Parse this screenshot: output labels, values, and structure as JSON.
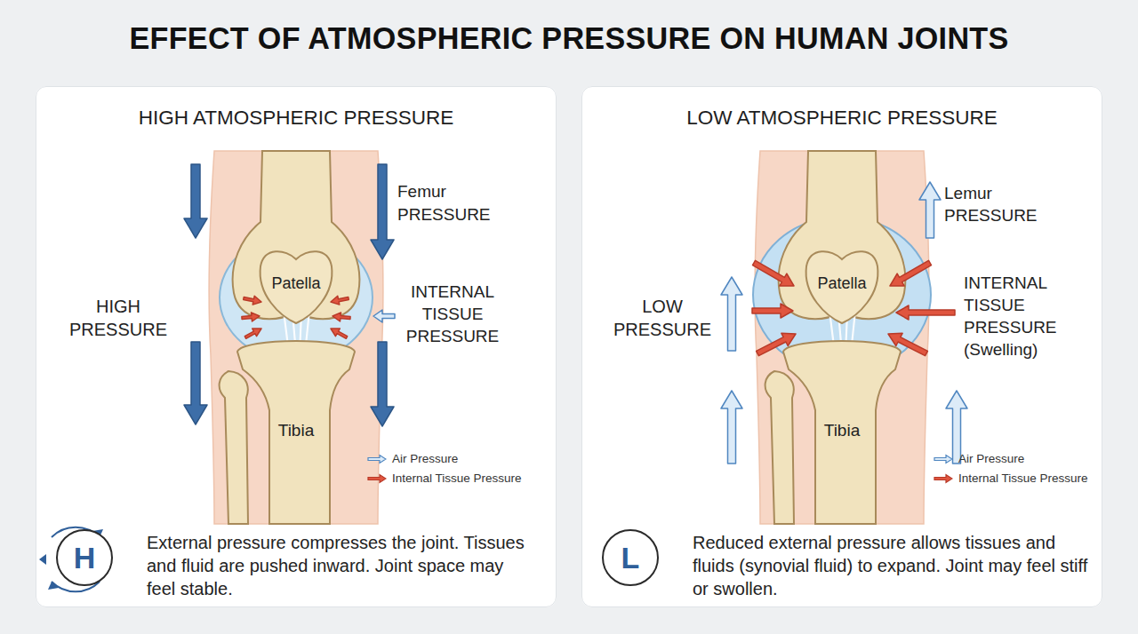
{
  "diagram": {
    "title": "EFFECT OF ATMOSPHERIC PRESSURE ON HUMAN JOINTS",
    "nodes": [
      {
        "text": [
          "HIGH ATMOSPHERIC PRESSURE",
          "External pressure compresses the joint. Tissues and fluid are pushed inward. Joint space may feel stable."
        ]
      },
      {
        "text": [
          "H"
        ],
        "in": 0
      },
      {
        "text": [
          "LOW ATMOSPHERIC PRESSURE",
          "Reduced external pressure allows tissues and fluids (synovial fluid) to expand. Joint may feel stiff or swollen."
        ]
      },
      {
        "text": [
          "L"
        ],
        "in": 2
      }
    ],
    "labels": [
      "Femur",
      "PRESSURE",
      "HIGH PRESSURE",
      "Patella",
      "INTERNAL TISSUE PRESSURE",
      "Tibia",
      "Lemur",
      "PRESSURE",
      "LOW PRESSURE",
      "Patella",
      "INTERNAL TISSUE PRESSURE (Swelling)",
      "Tibia"
    ],
    "legend": [
      {
        "text": "Air Pressure"
      },
      {
        "text": "Internal Tissue Pressure"
      },
      {
        "text": "Air Pressure"
      },
      {
        "text": "Internal Tissue Pressure"
      }
    ]
  }
}
